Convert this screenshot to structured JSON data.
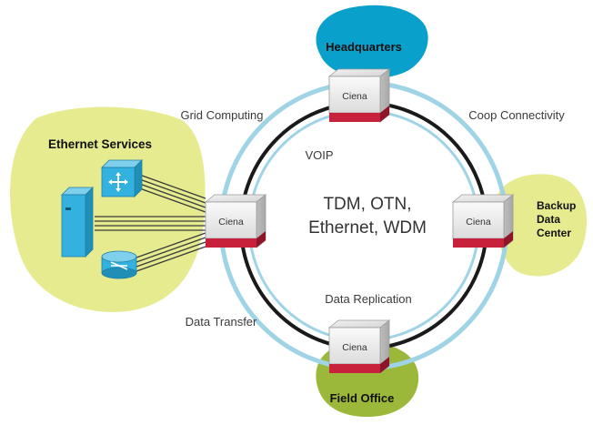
{
  "colors": {
    "headquarters_blob": "#0aa0cc",
    "ethernet_blob": "#e6eb8f",
    "backup_blob": "#e6eb8f",
    "field_office_blob": "#9cb83b",
    "outer_ring": "#9fd3e6",
    "inner_ring": "#1a1a1a",
    "node_accent": "#c8213b",
    "device_blue": "#33b2e0"
  },
  "sites": {
    "headquarters": "Headquarters",
    "ethernet_services": "Ethernet Services",
    "backup": [
      "Backup",
      "Data",
      "Center"
    ],
    "field_office": "Field Office"
  },
  "links": {
    "grid_computing": "Grid Computing",
    "coop_connectivity": "Coop Connectivity",
    "voip": "VOIP",
    "data_replication": "Data Replication",
    "data_transfer": "Data Transfer"
  },
  "center": [
    "TDM, OTN,",
    "Ethernet, WDM"
  ],
  "nodes": {
    "top": "Ciena",
    "left": "Ciena",
    "right": "Ciena",
    "bottom": "Ciena"
  },
  "icons": {
    "switch": "switch-icon",
    "server": "server-icon",
    "router": "router-icon"
  }
}
